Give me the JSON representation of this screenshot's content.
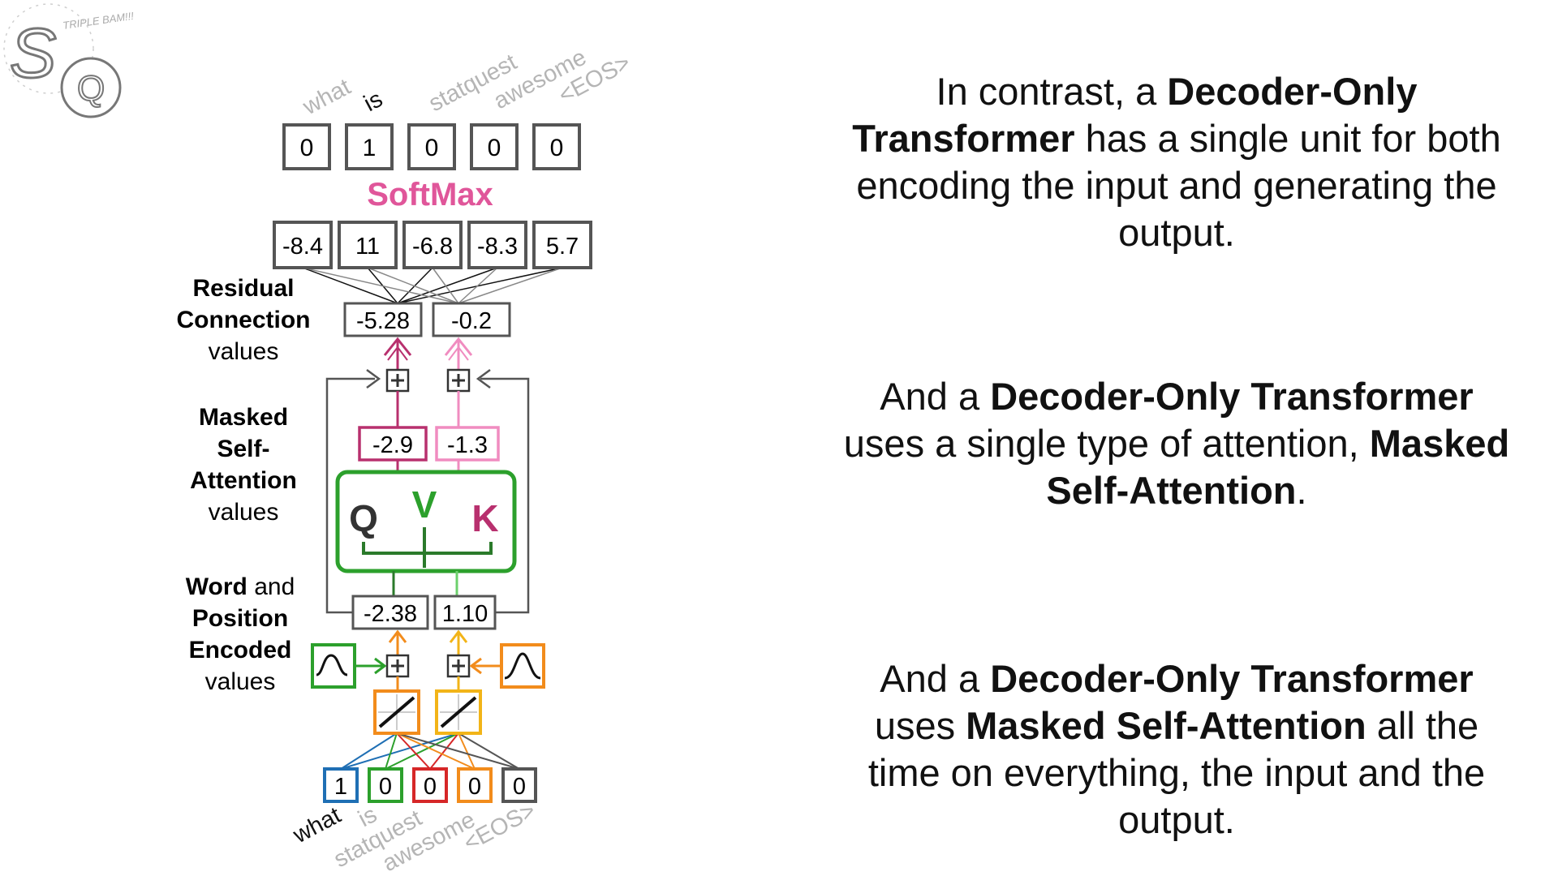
{
  "logo": {
    "letters": "SQ",
    "tagline": "TRIPLE BAM!!!"
  },
  "output": {
    "words": [
      "what",
      "is",
      "statquest",
      "awesome",
      "<EOS>"
    ],
    "onehot": [
      "0",
      "1",
      "0",
      "0",
      "0"
    ],
    "softmax_label": "SoftMax",
    "logits": [
      "-8.4",
      "11",
      "-6.8",
      "-8.3",
      "5.7"
    ]
  },
  "labels": {
    "residual": {
      "line1": "Residual",
      "line2": "Connection",
      "line3": "values"
    },
    "masked": {
      "line1": "Masked",
      "line2": "Self-",
      "line3": "Attention",
      "line4": "values"
    },
    "word_pos": {
      "line1_bold": "Word",
      "line1_rest": " and",
      "line2": "Position",
      "line3": "Encoded",
      "line4": "values"
    }
  },
  "residual_values": [
    "-5.28",
    "-0.2"
  ],
  "attention_values": [
    "-2.9",
    "-1.3"
  ],
  "qvk": [
    "Q",
    "V",
    "K"
  ],
  "encoded_values": [
    "-2.38",
    "1.10"
  ],
  "input": {
    "onehot": [
      "1",
      "0",
      "0",
      "0",
      "0"
    ],
    "words": [
      "what",
      "is",
      "statquest",
      "awesome",
      "<EOS>"
    ]
  },
  "text": {
    "p1": [
      {
        "t": "In contrast, a ",
        "b": false
      },
      {
        "t": "Decoder-Only Transformer",
        "b": true
      },
      {
        "t": " has a single unit for both encoding the input and generating the output.",
        "b": false
      }
    ],
    "p2": [
      {
        "t": "And a ",
        "b": false
      },
      {
        "t": "Decoder-Only Transformer",
        "b": true
      },
      {
        "t": " uses a single type of attention, ",
        "b": false
      },
      {
        "t": "Masked Self-Attention",
        "b": true
      },
      {
        "t": ".",
        "b": false
      }
    ],
    "p3": [
      {
        "t": "And a ",
        "b": false
      },
      {
        "t": "Decoder-Only Transformer",
        "b": true
      },
      {
        "t": " uses ",
        "b": false
      },
      {
        "t": "Masked Self-Attention",
        "b": true
      },
      {
        "t": " all the time on everything, the input and the output.",
        "b": false
      }
    ]
  },
  "colors": {
    "pink": "#e0569a",
    "magenta": "#b8306e",
    "lightpink": "#f08cc0",
    "green": "#2ca02c",
    "orange": "#f28c1c",
    "yellow": "#f2b418",
    "blue": "#1f6fb4",
    "red": "#d62728",
    "gray": "#555555",
    "word_gray": "#b5b5b5"
  }
}
